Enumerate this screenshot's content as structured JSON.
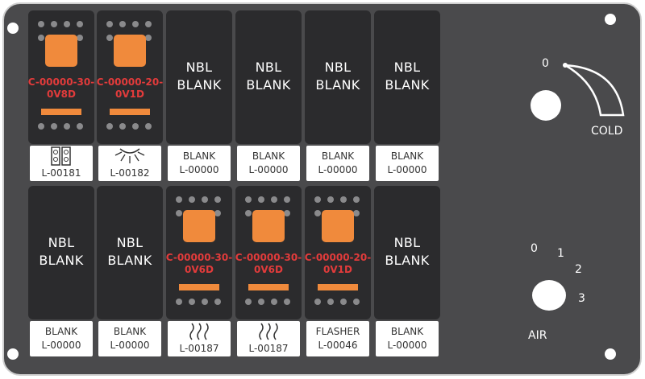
{
  "panel": {
    "tiles_row1": [
      {
        "type": "switch",
        "code": "C-00000-30-0V8D",
        "label_text": "",
        "label_code": "L-00181",
        "icon": "double-lamp-icon"
      },
      {
        "type": "switch",
        "code": "C-00000-20-0V1D",
        "label_text": "",
        "label_code": "L-00182",
        "icon": "light-rays-icon"
      },
      {
        "type": "blank",
        "nbl1": "NBL",
        "nbl2": "BLANK",
        "label_text": "BLANK",
        "label_code": "L-00000"
      },
      {
        "type": "blank",
        "nbl1": "NBL",
        "nbl2": "BLANK",
        "label_text": "BLANK",
        "label_code": "L-00000"
      },
      {
        "type": "blank",
        "nbl1": "NBL",
        "nbl2": "BLANK",
        "label_text": "BLANK",
        "label_code": "L-00000"
      },
      {
        "type": "blank",
        "nbl1": "NBL",
        "nbl2": "BLANK",
        "label_text": "BLANK",
        "label_code": "L-00000"
      }
    ],
    "tiles_row2": [
      {
        "type": "blank",
        "nbl1": "NBL",
        "nbl2": "BLANK",
        "label_text": "BLANK",
        "label_code": "L-00000"
      },
      {
        "type": "blank",
        "nbl1": "NBL",
        "nbl2": "BLANK",
        "label_text": "BLANK",
        "label_code": "L-00000"
      },
      {
        "type": "switch",
        "code": "C-00000-30-0V6D",
        "label_text": "",
        "label_code": "L-00187",
        "icon": "heat-waves-icon"
      },
      {
        "type": "switch",
        "code": "C-00000-30-0V6D",
        "label_text": "",
        "label_code": "L-00187",
        "icon": "heat-waves-icon"
      },
      {
        "type": "switch",
        "code": "C-00000-20-0V1D",
        "label_text": "FLASHER",
        "label_code": "L-00046",
        "icon": ""
      },
      {
        "type": "blank",
        "nbl1": "NBL",
        "nbl2": "BLANK",
        "label_text": "BLANK",
        "label_code": "L-00000"
      }
    ],
    "temp_knob": {
      "zero": "0",
      "cold": "COLD"
    },
    "air_knob": {
      "p0": "0",
      "p1": "1",
      "p2": "2",
      "p3": "3",
      "label": "AIR"
    }
  }
}
